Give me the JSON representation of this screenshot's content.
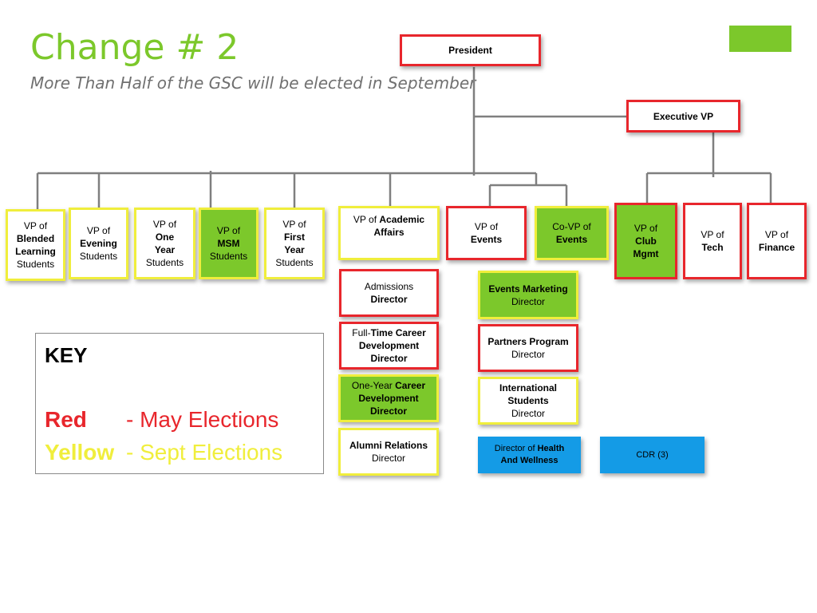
{
  "slide": {
    "title": "Change # 2",
    "subtitle": "More Than Half of the GSC will be elected in September"
  },
  "colors": {
    "accent": "#7cc82b",
    "red": "#e8262c",
    "yellow": "#f0ee3c",
    "green_fill": "#7cc82b",
    "blue_fill": "#149be6",
    "connector": "#7f7f7f"
  },
  "org": {
    "president": "President",
    "executive_vp": "Executive VP",
    "vp_blended": {
      "l1": "VP of",
      "l2": "Blended",
      "l3": "Learning",
      "l4": "Students"
    },
    "vp_evening": {
      "l1": "VP of",
      "l2": "Evening",
      "l3": "Students"
    },
    "vp_one_year": {
      "l1": "VP of",
      "l2": "One",
      "l3": "Year",
      "l4": "Students"
    },
    "vp_msm": {
      "l1": "VP of",
      "l2": "MSM",
      "l3": "Students"
    },
    "vp_first_year": {
      "l1": "VP of",
      "l2": "First",
      "l3": "Year",
      "l4": "Students"
    },
    "vp_academic": {
      "l1": "VP of ",
      "l1b": "Academic",
      "l2": "Affairs"
    },
    "vp_events": {
      "l1": "VP of",
      "l2": "Events"
    },
    "covp_events": {
      "l1": "Co-VP of",
      "l2": "Events"
    },
    "vp_club": {
      "l1": "VP of",
      "l2": "Club",
      "l3": "Mgmt"
    },
    "vp_tech": {
      "l1": "VP of",
      "l2": "Tech"
    },
    "vp_finance": {
      "l1": "VP of",
      "l2": "Finance"
    },
    "admissions": {
      "l1": "Admissions",
      "l2": "Director"
    },
    "ft_career": {
      "l1a": "Full-",
      "l1b": "Time Career",
      "l2": "Development",
      "l3": "Director"
    },
    "oy_career": {
      "l1a": "One-Year ",
      "l1b": "Career",
      "l2": "Development",
      "l3": "Director"
    },
    "alumni": {
      "l1": "Alumni Relations",
      "l2": "Director"
    },
    "events_marketing": {
      "l1": "Events Marketing",
      "l2": "Director"
    },
    "partners": {
      "l1": "Partners Program",
      "l2": "Director"
    },
    "international": {
      "l1": "International",
      "l2": "Students",
      "l3": "Director"
    },
    "health": {
      "l1a": "Director of ",
      "l1b": "Health",
      "l2": "And Wellness"
    },
    "cdr": {
      "l1": "CDR (3)"
    }
  },
  "key": {
    "title": "KEY",
    "red_name": "Red",
    "red_desc": "- May Elections",
    "yellow_name": "Yellow",
    "yellow_desc": "- Sept Elections"
  }
}
